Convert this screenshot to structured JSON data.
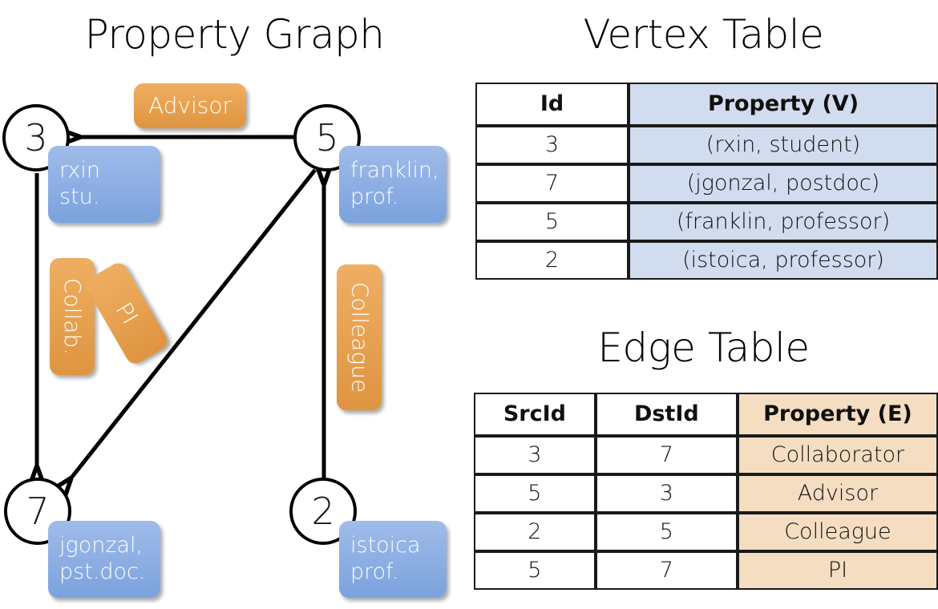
{
  "titles": {
    "property_graph": "Property Graph",
    "vertex_table": "Vertex Table",
    "edge_table": "Edge Table"
  },
  "colors": {
    "vertex_property_fill": "#d2dcef",
    "edge_property_fill": "#f5ddc2",
    "vertex_callout": "#8fb0e4",
    "edge_callout": "#e8a352",
    "stroke": "#000000",
    "background": "#ffffff"
  },
  "graph": {
    "nodes": [
      {
        "id": "3",
        "property_line1": "rxin",
        "property_line2": "stu."
      },
      {
        "id": "5",
        "property_line1": "franklin,",
        "property_line2": "prof."
      },
      {
        "id": "7",
        "property_line1": "jgonzal,",
        "property_line2": "pst.doc."
      },
      {
        "id": "2",
        "property_line1": "istoica",
        "property_line2": "prof."
      }
    ],
    "edge_labels": {
      "advisor": "Advisor",
      "collab": "Collab.",
      "pi": "PI",
      "colleague": "Colleague"
    },
    "edges": [
      {
        "src": "5",
        "dst": "3",
        "label": "Advisor"
      },
      {
        "src": "3",
        "dst": "7",
        "label": "Collab."
      },
      {
        "src": "5",
        "dst": "7",
        "label": "PI"
      },
      {
        "src": "2",
        "dst": "5",
        "label": "Colleague"
      }
    ]
  },
  "vertex_table": {
    "headers": [
      "Id",
      "Property (V)"
    ],
    "rows": [
      {
        "id": "3",
        "property": "(rxin, student)"
      },
      {
        "id": "7",
        "property": "(jgonzal, postdoc)"
      },
      {
        "id": "5",
        "property": "(franklin, professor)"
      },
      {
        "id": "2",
        "property": "(istoica, professor)"
      }
    ]
  },
  "edge_table": {
    "headers": [
      "SrcId",
      "DstId",
      "Property (E)"
    ],
    "rows": [
      {
        "src": "3",
        "dst": "7",
        "property": "Collaborator"
      },
      {
        "src": "5",
        "dst": "3",
        "property": "Advisor"
      },
      {
        "src": "2",
        "dst": "5",
        "property": "Colleague"
      },
      {
        "src": "5",
        "dst": "7",
        "property": "PI"
      }
    ]
  }
}
